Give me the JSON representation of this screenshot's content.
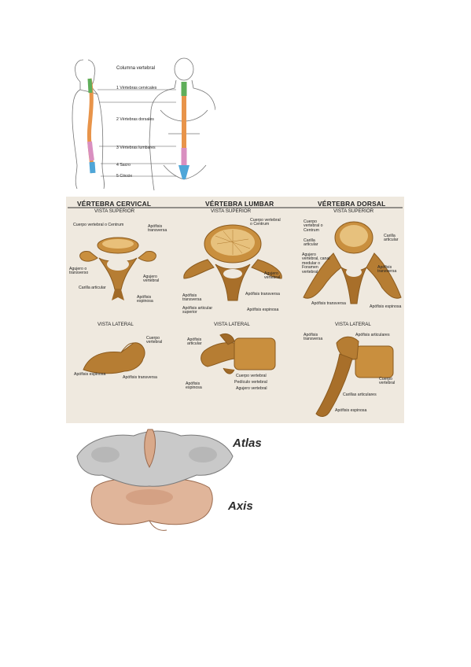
{
  "spine": {
    "title": "Columna vertebral",
    "regions": [
      {
        "num": "1",
        "label": "Vértebras cervicales",
        "color": "#5fae5a"
      },
      {
        "num": "2",
        "label": "Vértebras dorsales",
        "color": "#e8944a"
      },
      {
        "num": "3",
        "label": "Vértebras lumbares",
        "color": "#d98fc0"
      },
      {
        "num": "4",
        "label": "Sacro",
        "color": "#4fa6d8"
      },
      {
        "num": "5",
        "label": "Cóccix",
        "color": "#2f7fbf"
      }
    ]
  },
  "vertebrae": {
    "cervical": {
      "title": "VÉRTEBRA CERVICAL",
      "top_view": "VISTA SUPERIOR",
      "side_view": "VISTA LATERAL",
      "top_labels": [
        "Cuerpo vertebral o Centrum",
        "Apófisis transversa",
        "Agujero o transverso",
        "Agujero vertebral",
        "Carilla articular",
        "Apófisis espinosa"
      ],
      "side_labels": [
        "Cuerpo vertebral",
        "Apófisis espinosa",
        "Apófisis transversa"
      ]
    },
    "lumbar": {
      "title": "VÉRTEBRA LUMBAR",
      "top_view": "VISTA SUPERIOR",
      "side_view": "VISTA LATERAL",
      "top_labels": [
        "Cuerpo vertebral o Centrum",
        "Agujero vertebral",
        "Apófisis transversa",
        "Apófisis transversa",
        "Apófisis articular superior",
        "Apófisis espinosa"
      ],
      "side_labels": [
        "Apófisis articular",
        "Cuerpo vertebral",
        "Apófisis espinosa",
        "Pedículo vertebral",
        "Agujero vertebral"
      ]
    },
    "dorsal": {
      "title": "VÉRTEBRA DORSAL",
      "top_view": "VISTA SUPERIOR",
      "side_view": "VISTA LATERAL",
      "top_labels": [
        "Cuerpo vertebral o Centrum",
        "Carilla articular",
        "Carilla articular",
        "Agujero vertebral, canal medular o Foramen vertebral",
        "Apófisis transversa",
        "Apófisis transversa",
        "Apófisis espinosa"
      ],
      "side_labels": [
        "Apófisis transversa",
        "Apófisis articulares",
        "Cuerpo vertebral",
        "Carillas articulares",
        "Apófisis espinosa"
      ]
    }
  },
  "atlas_axis": {
    "atlas": "Atlas",
    "axis": "Axis"
  },
  "colors": {
    "bone": "#c98f3e",
    "bone_dark": "#8a5a1e",
    "bone_light": "#e9c07a",
    "atlas_bone": "#c9c9c9",
    "axis_bone": "#e0b59a",
    "panel_bg": "#efe9df"
  }
}
